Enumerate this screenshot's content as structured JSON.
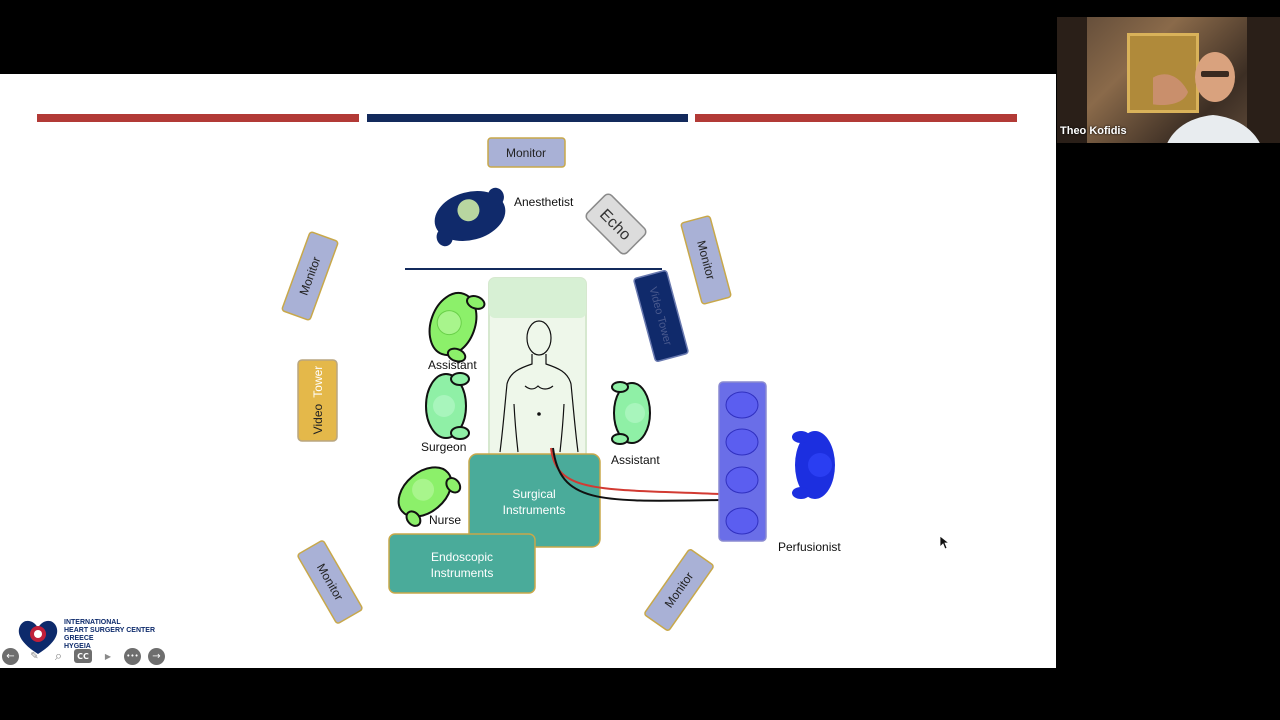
{
  "slide": {
    "labels": {
      "monitor_top": "Monitor",
      "anesthetist": "Anesthetist",
      "echo": "Echo",
      "monitor_right_top": "Monitor",
      "monitor_left_top": "Monitor",
      "video_tower_right": "Video Tower",
      "video_tower_left_a": "Video",
      "video_tower_left_b": "Tower",
      "assistant_left": "Assistant",
      "surgeon": "Surgeon",
      "assistant_right": "Assistant",
      "nurse": "Nurse",
      "surgical_instruments_a": "Surgical",
      "surgical_instruments_b": "Instruments",
      "endoscopic_instruments_a": "Endoscopic",
      "endoscopic_instruments_b": "Instruments",
      "perfusionist": "Perfusionist",
      "monitor_left_bottom": "Monitor",
      "monitor_right_bottom": "Monitor"
    },
    "colors": {
      "bar_red": "#b23a36",
      "bar_navy": "#132a5c",
      "monitor_fill": "#a9b1d6",
      "person_green": "#8cf06a",
      "person_mint": "#8ff0a6",
      "person_navy": "#102a6b",
      "perfusion_blue": "#1c2fe0",
      "instrument_teal": "#4aab9a",
      "video_tower_gold": "#e4b84a"
    }
  },
  "participant": {
    "name": "Theo Kofidis"
  },
  "logo": {
    "line1": "INTERNATIONAL",
    "line2": "HEART SURGERY CENTER",
    "line3": "GREECE",
    "line4": "HYGEIA"
  },
  "controls": {
    "back": "←",
    "pen": "✎",
    "zoom": "⌕",
    "cc": "CC",
    "camera": "▶",
    "more": "•••",
    "forward": "→"
  }
}
